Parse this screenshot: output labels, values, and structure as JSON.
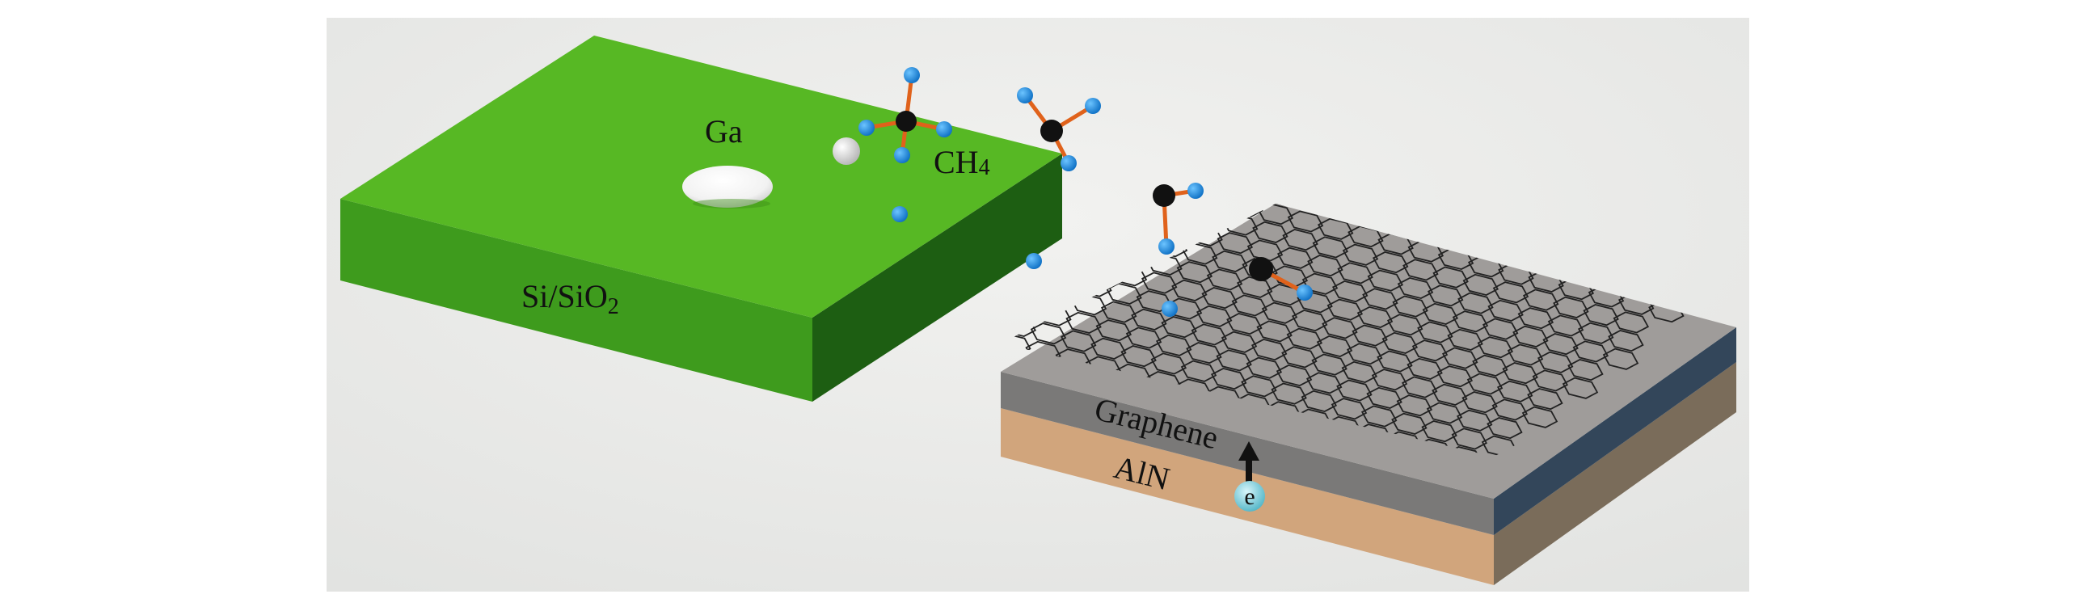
{
  "labels": {
    "ga": "Ga",
    "ch4_main": "CH",
    "ch4_sub": "4",
    "substrate_main": "Si/SiO",
    "substrate_sub": "2",
    "graphene": "Graphene",
    "aln": "AlN",
    "electron": "e"
  },
  "colors": {
    "substrate_top": "#57b824",
    "substrate_front": "#3e9b1d",
    "substrate_right": "#1d5e12",
    "graphene_top": "#9f9c9a",
    "graphene_front": "#7a7978",
    "graphene_right": "#33465a",
    "aln_front": "#d1a57c",
    "aln_right": "#7a6c5a",
    "carbon": "#111111",
    "hydrogen": "#1a8fe8",
    "bond": "#e0621b",
    "electron": "#7fd3e2"
  },
  "icons": {
    "ga_droplet": "droplet",
    "ga_atom": "sphere",
    "molecule": "ch4-molecule",
    "electron": "electron-sphere",
    "arrow": "up-arrow",
    "lattice": "hexagon-lattice"
  }
}
